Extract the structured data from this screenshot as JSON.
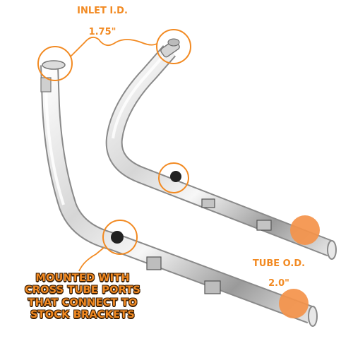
{
  "labels": {
    "inlet_line1": "INLET I.D.",
    "inlet_line2": "1.75\"",
    "tube_line1": "TUBE O.D.",
    "tube_line2": "2.0\"",
    "mount_lines": [
      "MOUNTED WITH",
      "CROSS TUBE PORTS",
      "THAT CONNECT TO",
      "STOCK BRACKETS"
    ]
  },
  "colors": {
    "accent": "#f28a22",
    "chrome_light": "#f4f4f4",
    "chrome_mid": "#c9c9c9",
    "chrome_dark": "#7a7a7a"
  }
}
